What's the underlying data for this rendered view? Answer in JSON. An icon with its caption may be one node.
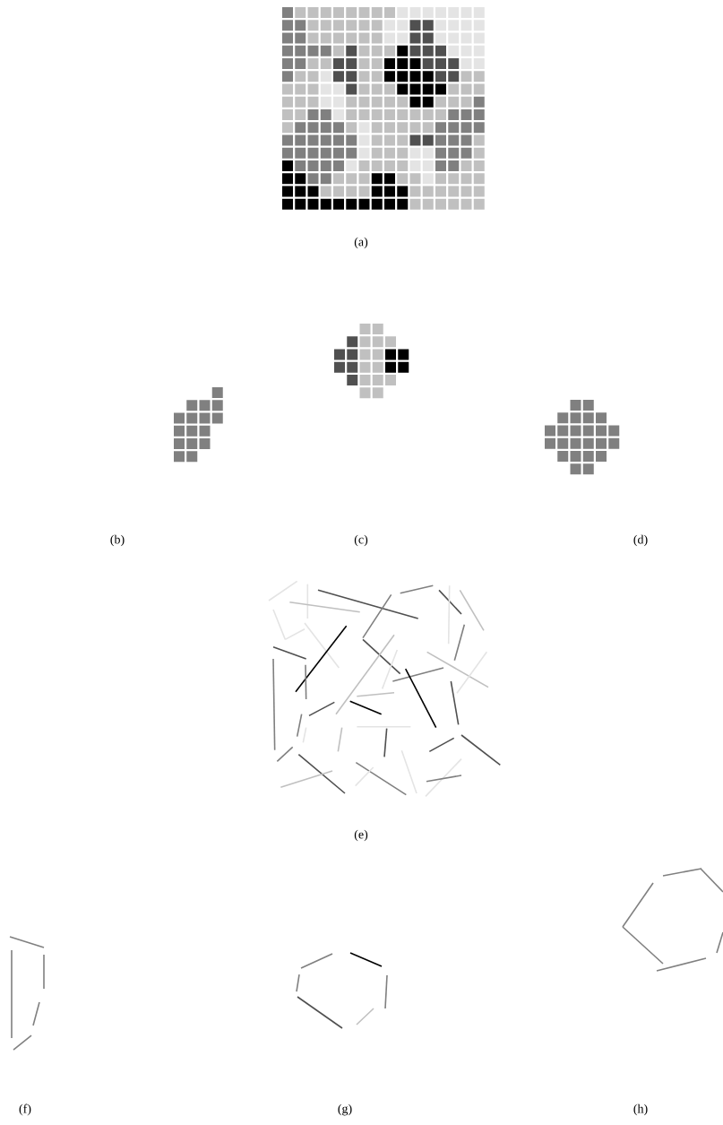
{
  "diagram": {
    "labels": [
      "(a)",
      "(b)",
      "(c)",
      "(d)",
      "(e)",
      "(f)",
      "(g)",
      "(h)"
    ]
  }
}
